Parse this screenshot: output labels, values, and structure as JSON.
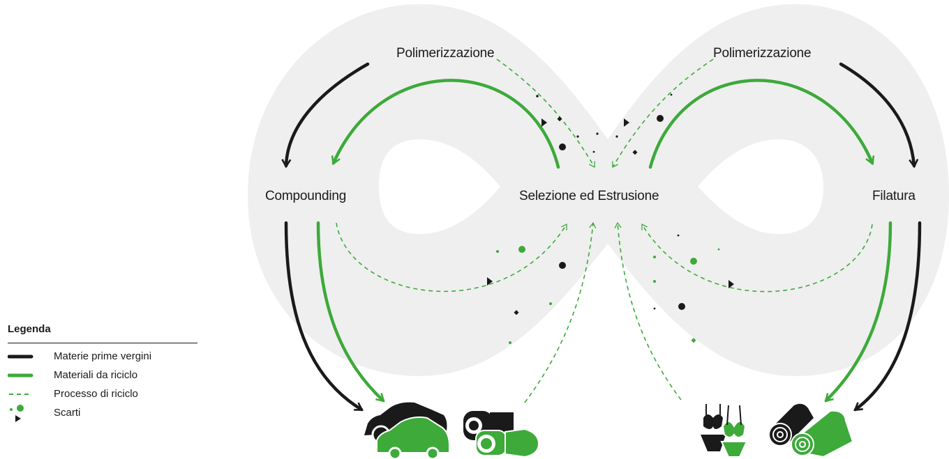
{
  "nodes": {
    "polymerization_left": "Polimerizzazione",
    "polymerization_right": "Polimerizzazione",
    "compounding": "Compounding",
    "selection_extrusion": "Selezione ed Estrusione",
    "spinning": "Filatura"
  },
  "legend": {
    "title": "Legenda",
    "items": [
      {
        "label": "Materie prime vergini",
        "symbol": "solid-black-line"
      },
      {
        "label": "Materiali da riciclo",
        "symbol": "solid-green-line"
      },
      {
        "label": "Processo di riciclo",
        "symbol": "dashed-green-line"
      },
      {
        "label": "Scarti",
        "symbol": "scrap-dots"
      }
    ]
  },
  "products": [
    {
      "icon": "cars-icon"
    },
    {
      "icon": "cable-connectors-icon"
    },
    {
      "icon": "swimwear-icon"
    },
    {
      "icon": "fabric-rolls-icon"
    }
  ],
  "colors": {
    "virgin": "#1a1a1a",
    "recycled": "#3daa3a",
    "background_loop": "#efefef"
  }
}
